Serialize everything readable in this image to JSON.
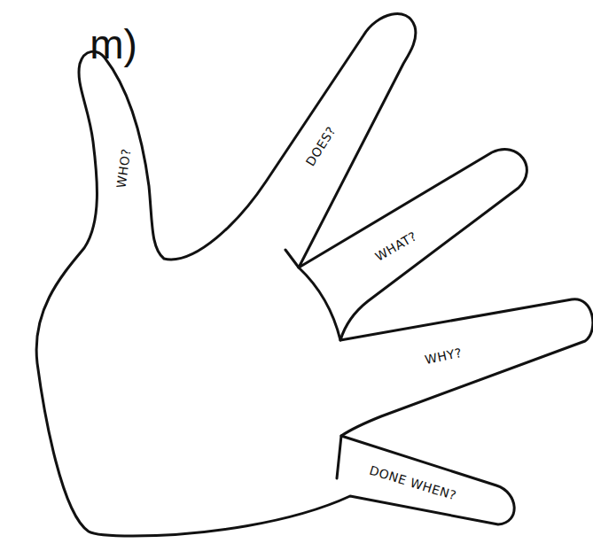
{
  "diagram": {
    "labels": [
      "m)",
      "WHO?",
      "DOES?",
      "WHAT?",
      "WHY?",
      "DONE WHEN?"
    ]
  }
}
